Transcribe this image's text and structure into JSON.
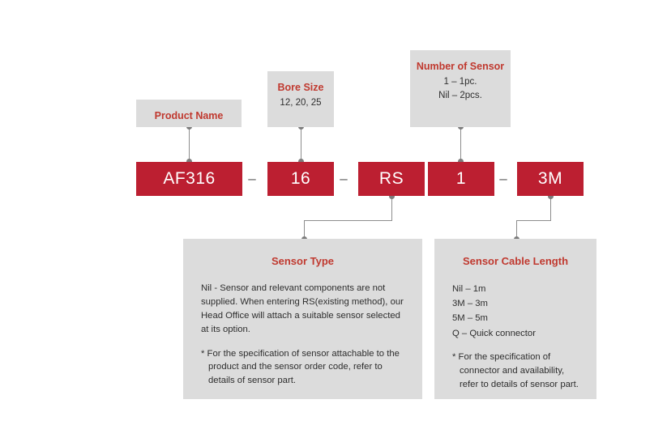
{
  "diagram": {
    "type": "part-number-breakdown",
    "title": "",
    "colors": {
      "code_bar": "#bc1f31",
      "callout_background": "#dcdcdc",
      "callout_heading": "#c0392f",
      "connector": "#8d8d8d",
      "page_background": "#ffffff"
    },
    "code_string": {
      "segments": [
        {
          "key": "product_name",
          "value": "AF316"
        },
        {
          "key": "bore_size",
          "value": "16"
        },
        {
          "key": "sensor_type",
          "value": "RS"
        },
        {
          "key": "number_of_sensor",
          "value": "1"
        },
        {
          "key": "sensor_cable_length",
          "value": "3M"
        }
      ],
      "separator": "–",
      "separator_positions": [
        1,
        2,
        4
      ]
    },
    "callouts_top": [
      {
        "key": "product_name",
        "title": "Product Name",
        "lines": []
      },
      {
        "key": "bore_size",
        "title": "Bore Size",
        "lines": [
          "12, 20, 25"
        ]
      },
      {
        "key": "number_of_sensor",
        "title": "Number of Sensor",
        "lines": [
          "1 – 1pc.",
          "Nil – 2pcs."
        ]
      }
    ],
    "callouts_bottom": [
      {
        "key": "sensor_type",
        "title": "Sensor Type",
        "paragraphs": [
          "Nil - Sensor and relevant components are not supplied. When entering RS(existing method), our Head Office will attach a suitable sensor selected at its option."
        ],
        "list": [],
        "note_marker": "*",
        "note": "For the specification of sensor attachable to the product and the sensor order code, refer to details of sensor part."
      },
      {
        "key": "sensor_cable_length",
        "title": "Sensor Cable Length",
        "paragraphs": [],
        "list": [
          "Nil – 1m",
          "3M – 3m",
          "5M – 5m",
          "Q – Quick connector"
        ],
        "note_marker": "*",
        "note": "For the specification of connector and availability, refer to details of sensor part."
      }
    ]
  }
}
